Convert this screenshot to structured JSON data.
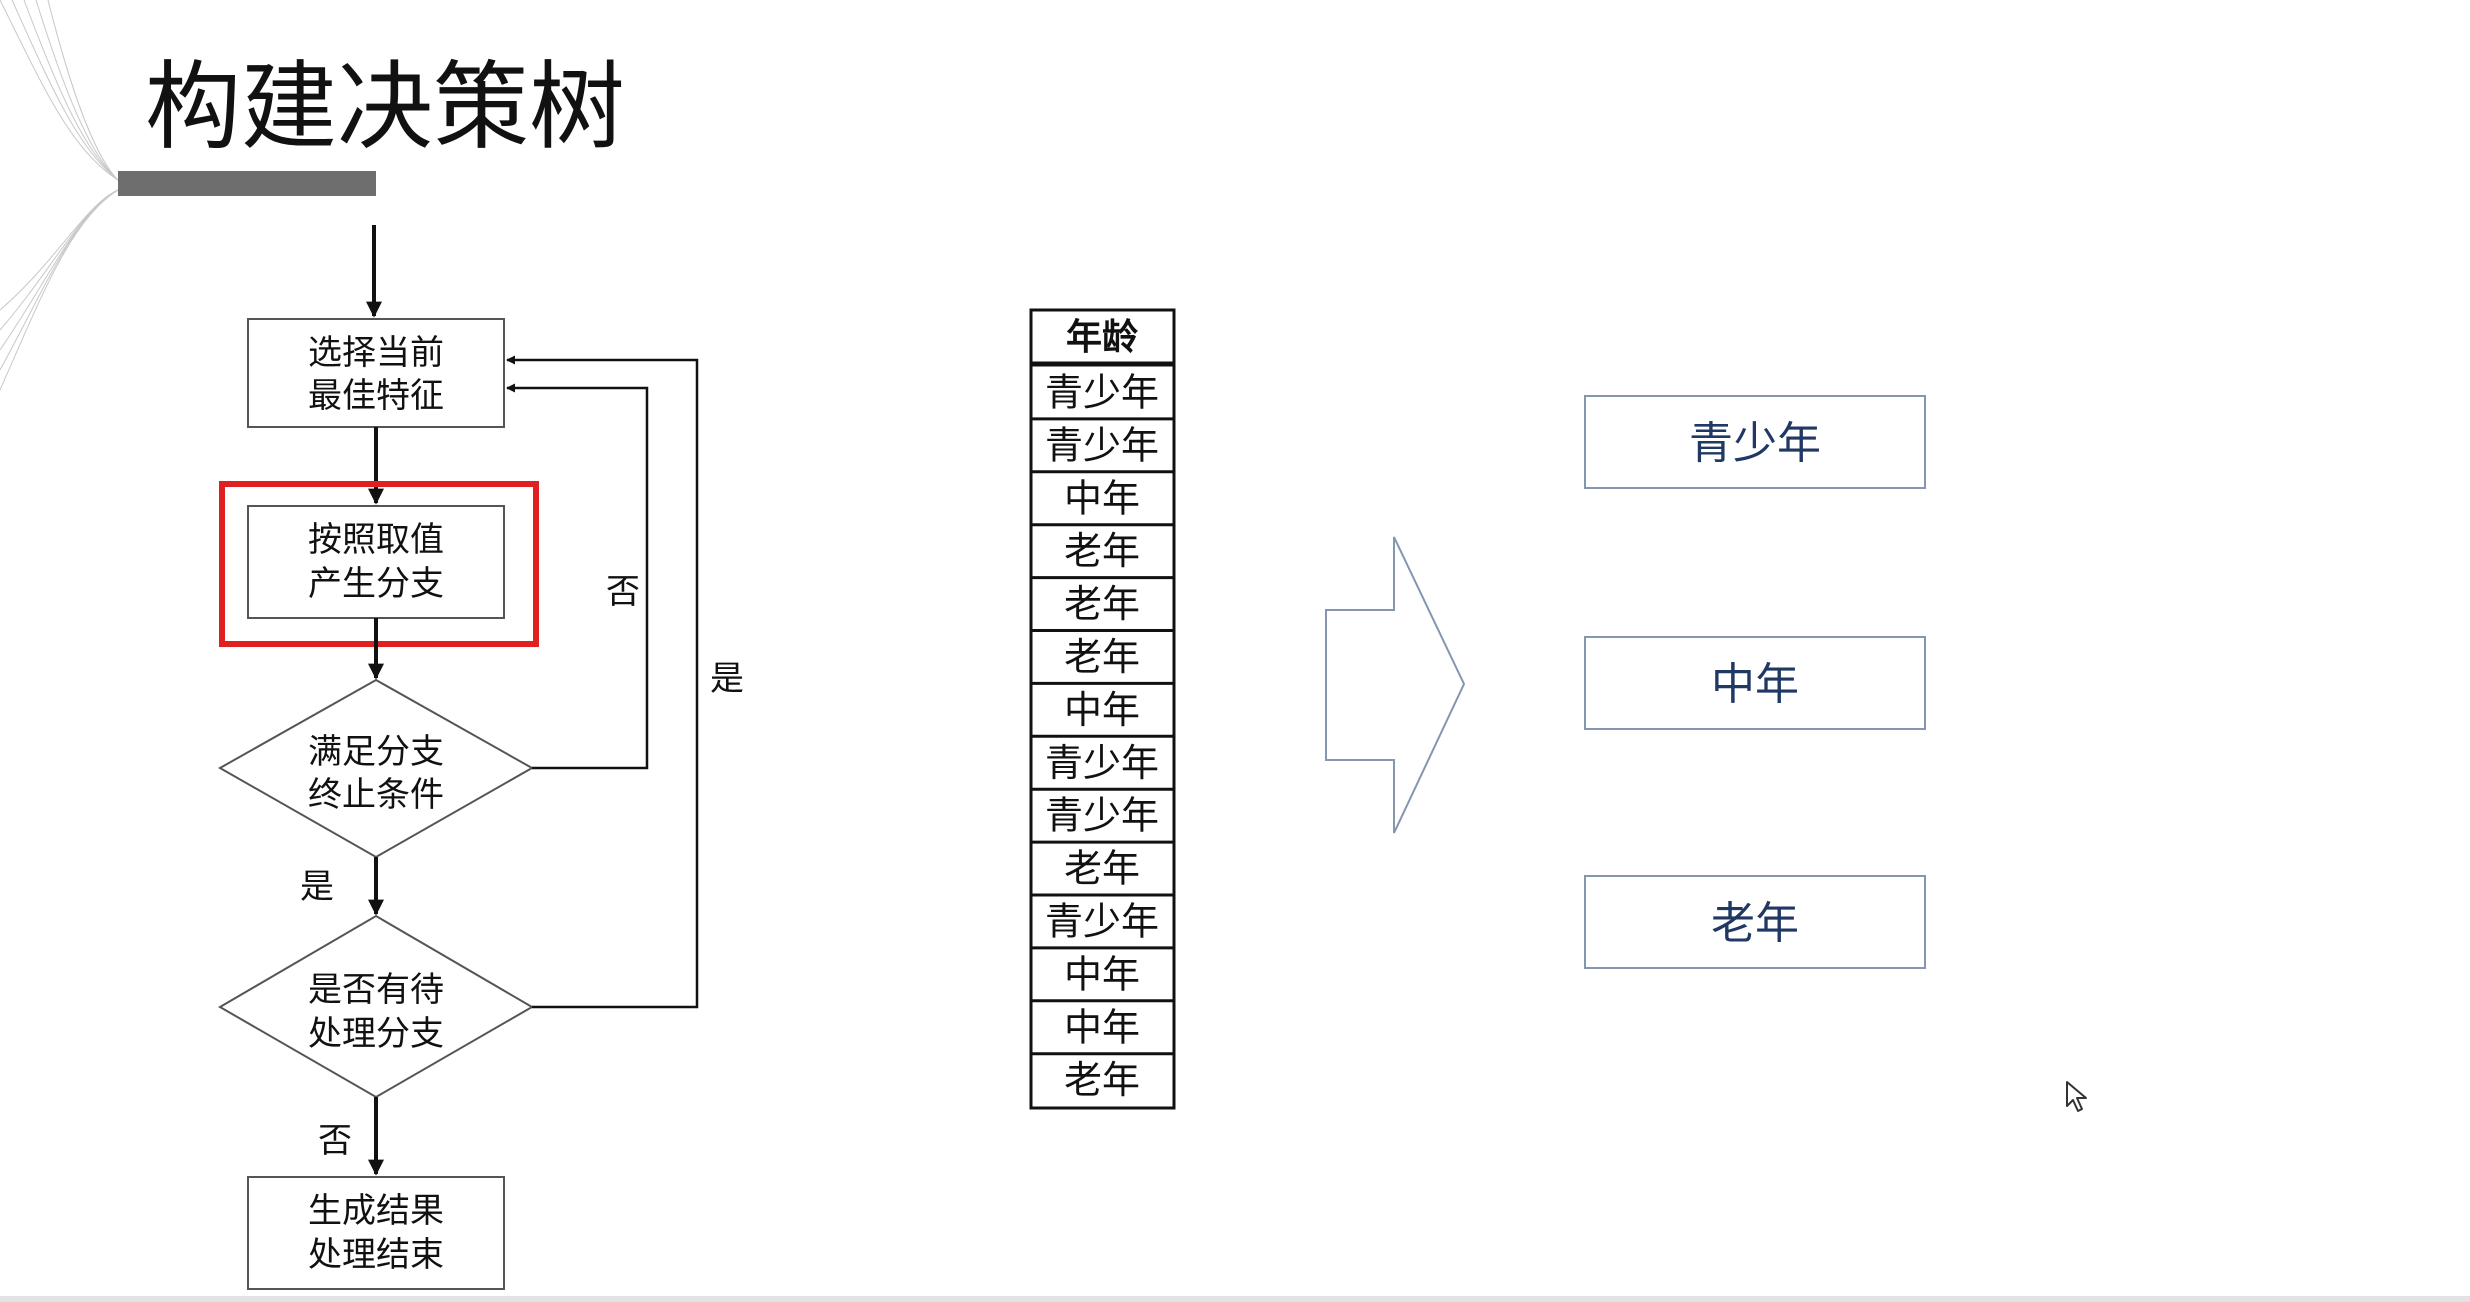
{
  "slide": {
    "title": "构建决策树"
  },
  "flowchart": {
    "select_feature": [
      "选择当前",
      "最佳特征"
    ],
    "branch_by_value": [
      "按照取值",
      "产生分支"
    ],
    "stop_condition": [
      "满足分支",
      "终止条件"
    ],
    "pending_branches": [
      "是否有待",
      "处理分支"
    ],
    "finish": [
      "生成结果",
      "处理结束"
    ],
    "label_no_loop": "否",
    "label_yes_loop": "是",
    "label_yes_down": "是",
    "label_no_down": "否"
  },
  "table": {
    "header": "年龄",
    "rows": [
      "青少年",
      "青少年",
      "中年",
      "老年",
      "老年",
      "老年",
      "中年",
      "青少年",
      "青少年",
      "老年",
      "青少年",
      "中年",
      "中年",
      "老年"
    ]
  },
  "result_boxes": [
    "青少年",
    "中年",
    "老年"
  ],
  "colors": {
    "highlight": "#e02020",
    "result_text": "#1f3864",
    "result_border": "#8496b0",
    "arrow_outline": "#8496b0"
  }
}
